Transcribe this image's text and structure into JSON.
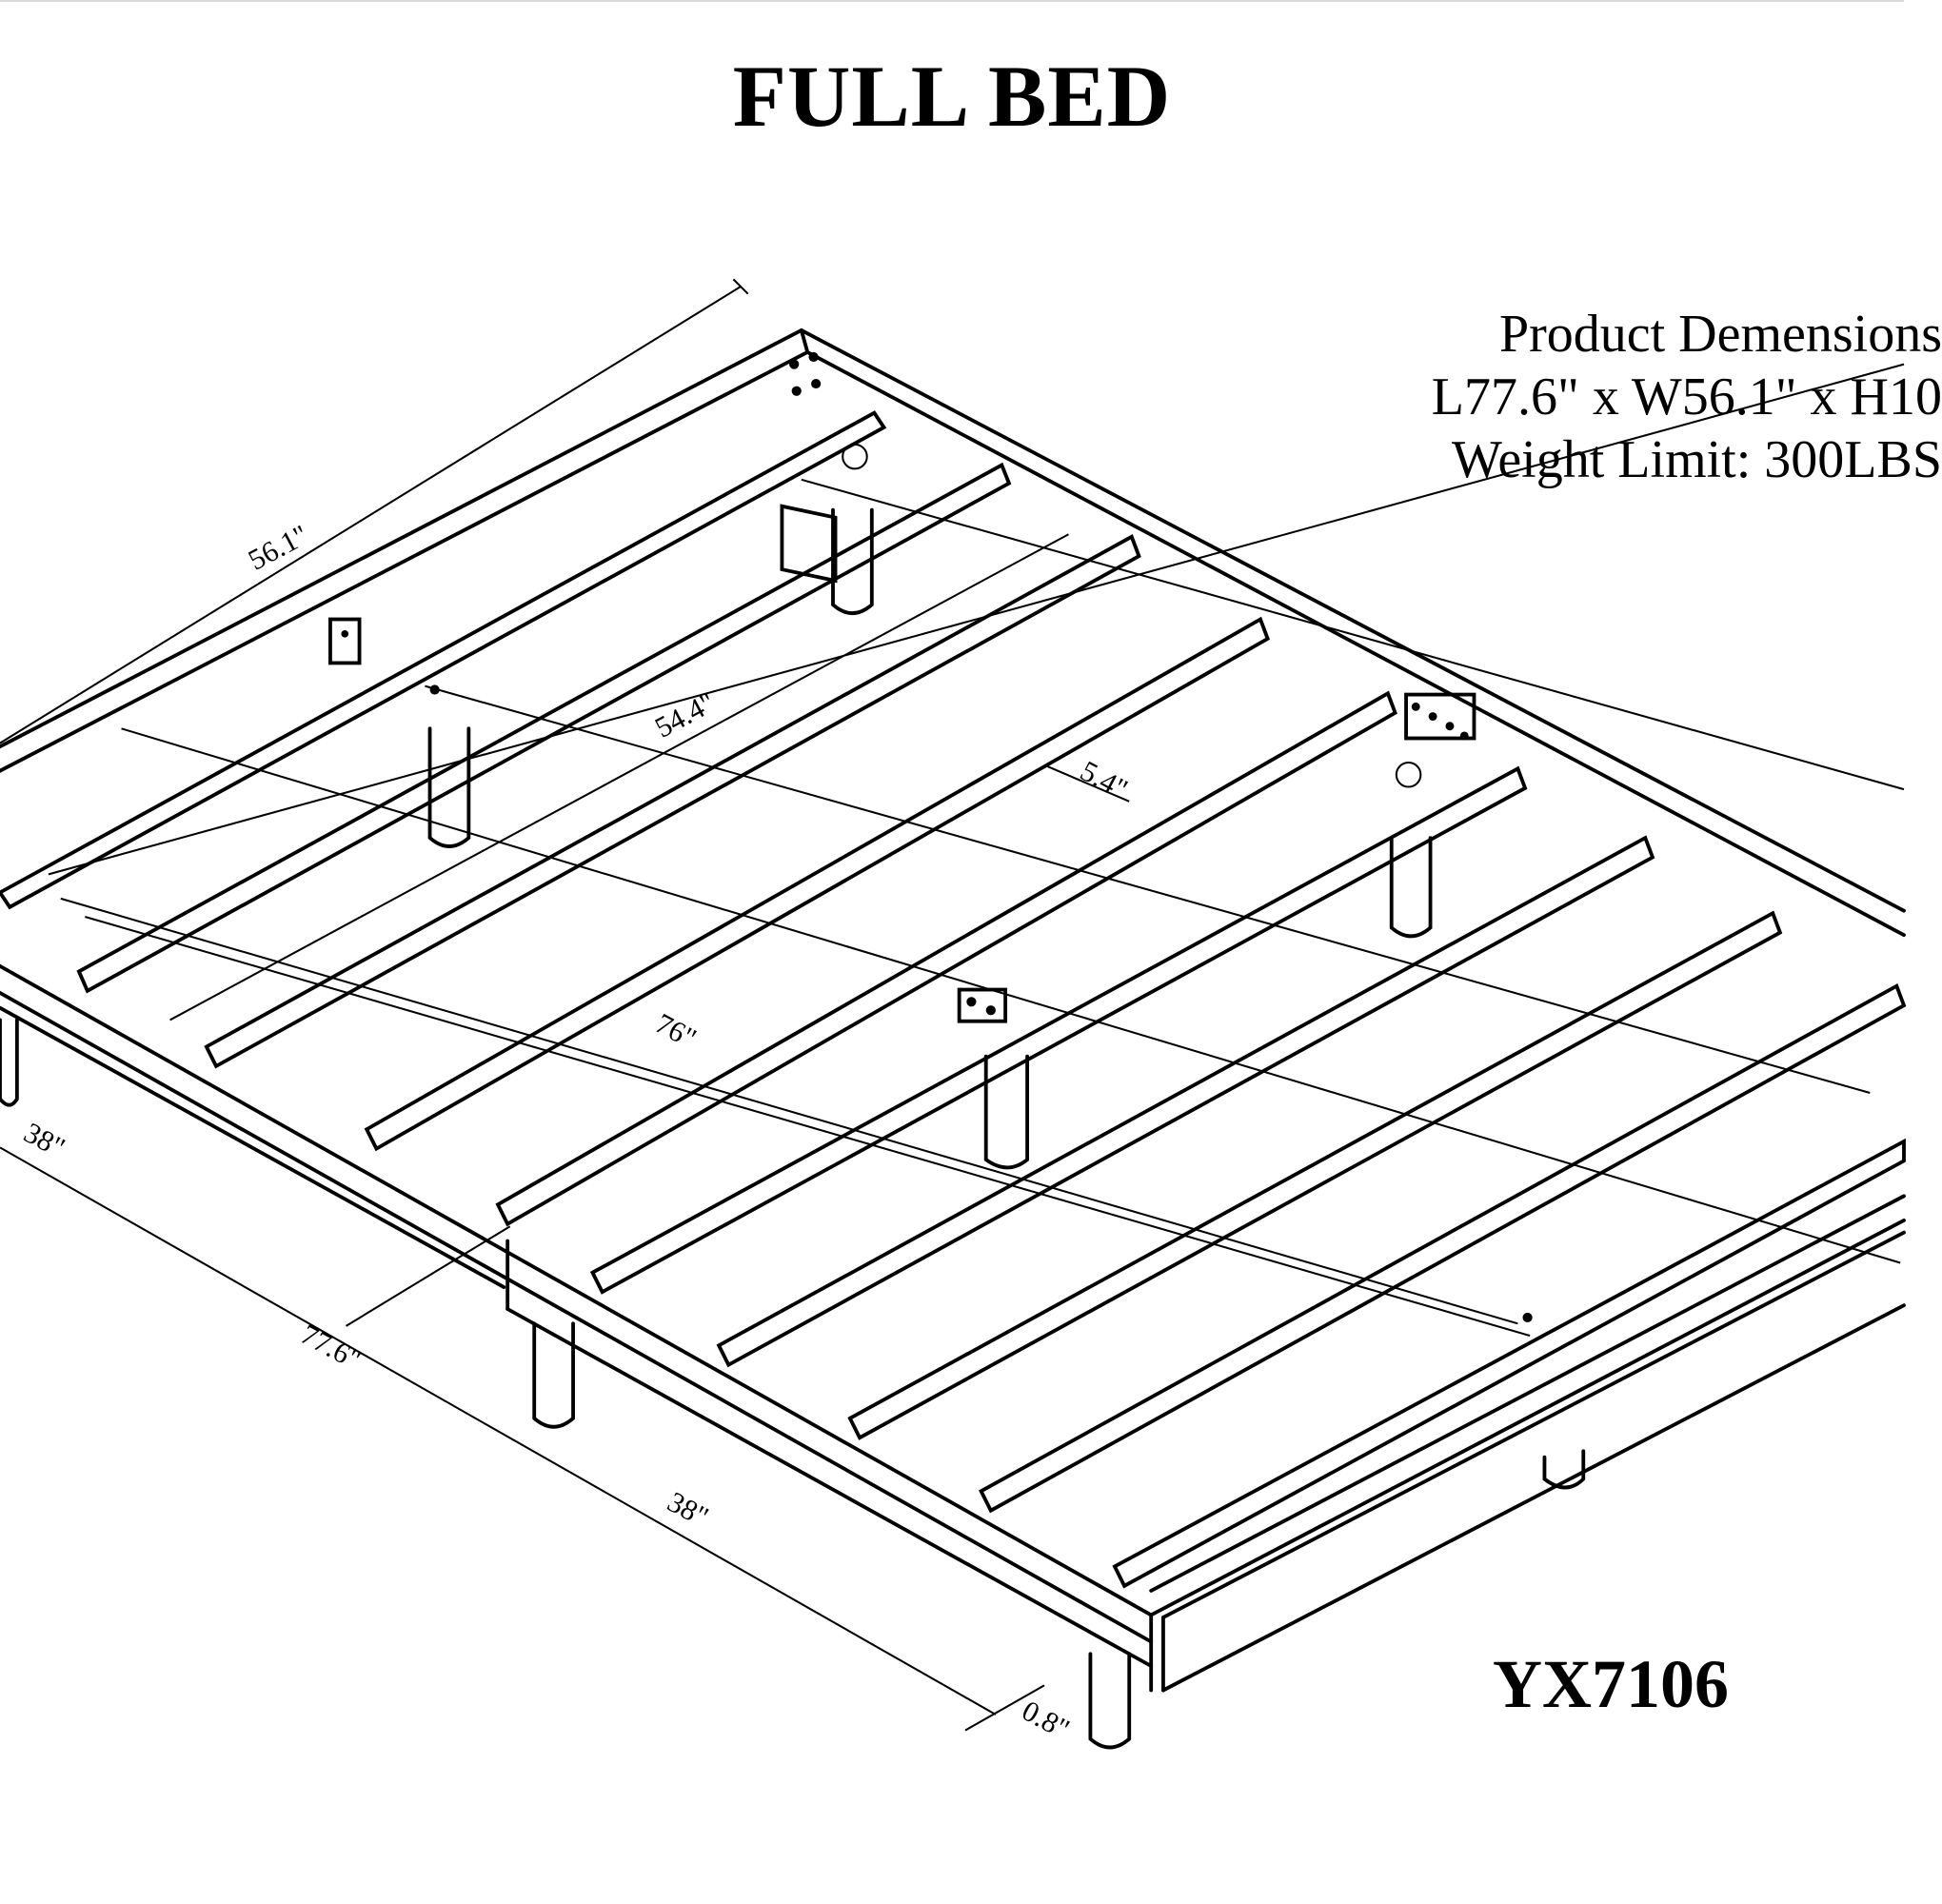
{
  "title": "FULL BED",
  "specs": {
    "heading": "Product Demensions",
    "dimensions": "L77.6\" x W56.1\" x H10",
    "weight_limit": "Weight Limit: 300LBS"
  },
  "model_number": "YX7106",
  "dimension_labels": {
    "overall_width": "56.1\"",
    "inner_width": "54.4\"",
    "slat_gap": "5.4\"",
    "inner_length": "76\"",
    "half_length_a": "38\"",
    "overall_length": "77.6\"",
    "half_length_b": "38\"",
    "rail_thickness": "0.8\""
  },
  "colors": {
    "line": "#000000",
    "background": "#ffffff"
  }
}
